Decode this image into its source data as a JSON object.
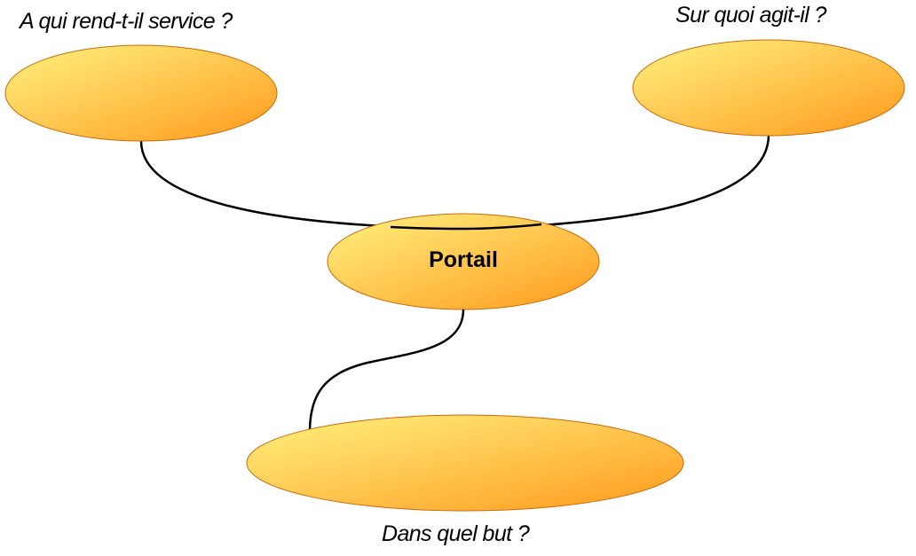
{
  "diagram": {
    "center": {
      "label": "Portail"
    },
    "questions": {
      "left": "A qui rend-t-il service ?",
      "right": "Sur quoi agit-il ?",
      "bottom": "Dans quel but ?"
    },
    "colors": {
      "node_fill_start": "#fff280",
      "node_fill_end": "#ff9a1a",
      "node_stroke": "#c86a08",
      "connector": "#000000"
    }
  }
}
